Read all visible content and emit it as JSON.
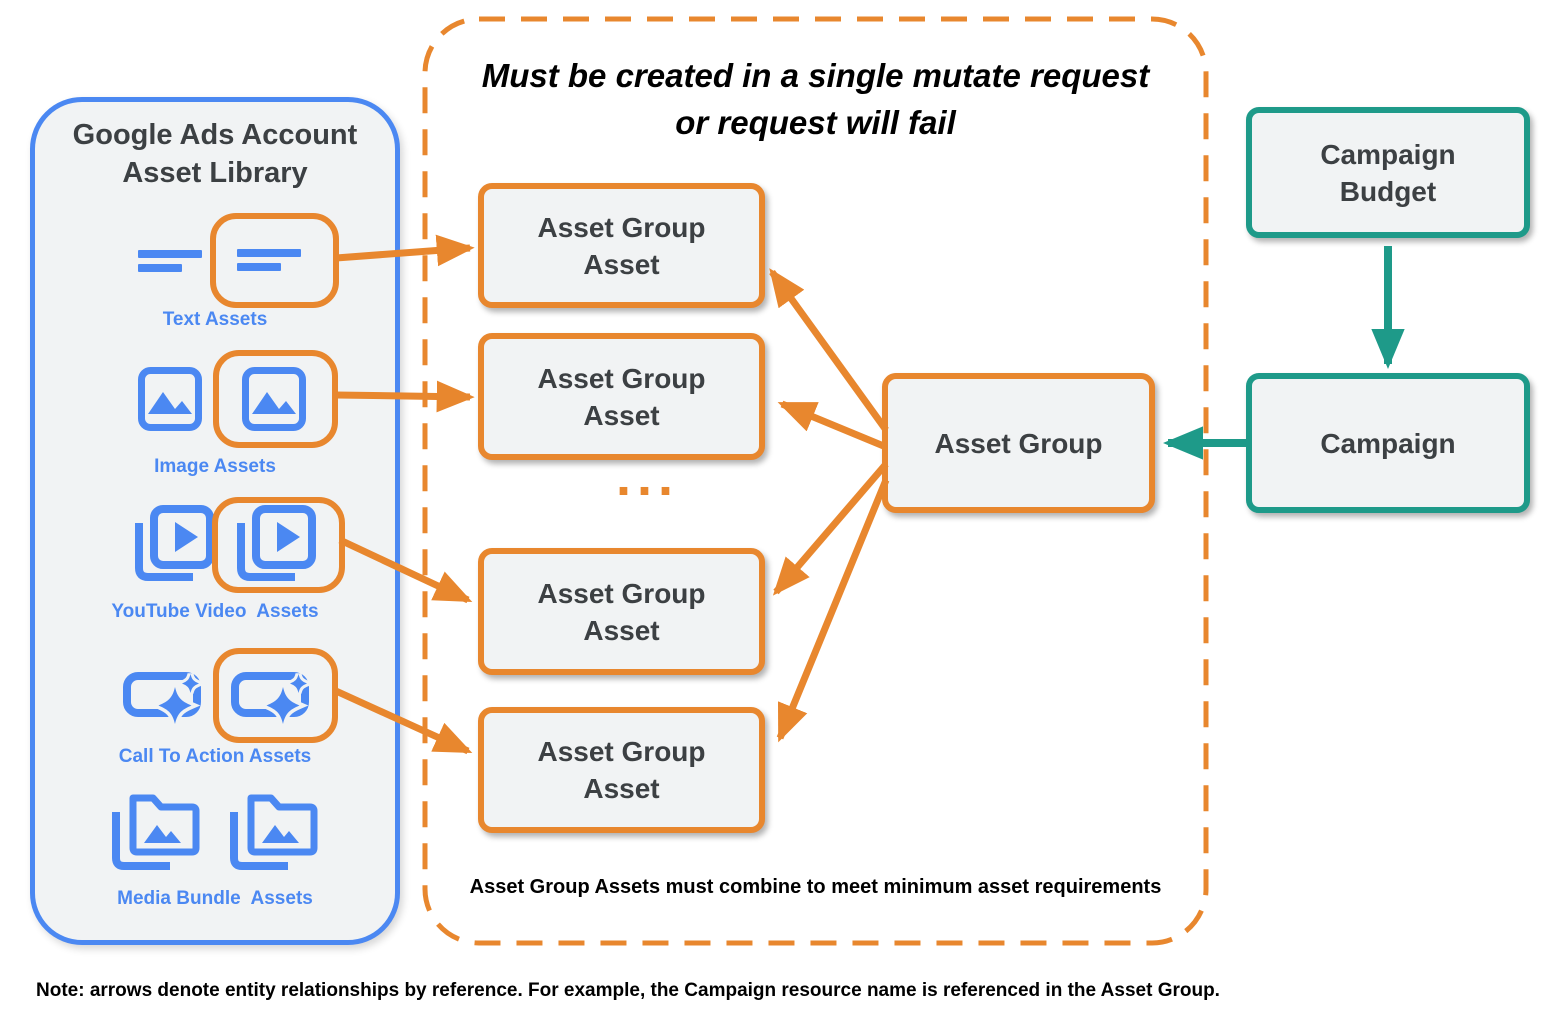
{
  "colors": {
    "blue": "#4B88F2",
    "orange": "#E8872E",
    "teal": "#1E9A89",
    "node_fill": "#F1F3F4",
    "text_dark": "#3C4043"
  },
  "asset_library": {
    "title": "Google Ads Account\nAsset Library",
    "rows": [
      {
        "label": "Text Assets",
        "icon": "text-assets-icon"
      },
      {
        "label": "Image Assets",
        "icon": "image-assets-icon"
      },
      {
        "label": "YouTube Video  Assets",
        "icon": "youtube-video-assets-icon"
      },
      {
        "label": "Call To Action Assets",
        "icon": "call-to-action-assets-icon"
      },
      {
        "label": "Media Bundle  Assets",
        "icon": "media-bundle-assets-icon"
      }
    ]
  },
  "mutate_group": {
    "title": "Must be created in a single mutate request\nor request will fail",
    "asset_group_assets": [
      {
        "label": "Asset Group\nAsset"
      },
      {
        "label": "Asset Group\nAsset"
      },
      {
        "label": "Asset Group\nAsset"
      },
      {
        "label": "Asset Group\nAsset"
      }
    ],
    "ellipsis": "...",
    "asset_group": {
      "label": "Asset Group"
    },
    "footer": "Asset Group Assets must combine to meet minimum asset requirements"
  },
  "campaign_budget": {
    "label": "Campaign\nBudget"
  },
  "campaign": {
    "label": "Campaign"
  },
  "note": "Note: arrows denote entity relationships by reference. For example, the Campaign resource name is referenced in the Asset Group."
}
